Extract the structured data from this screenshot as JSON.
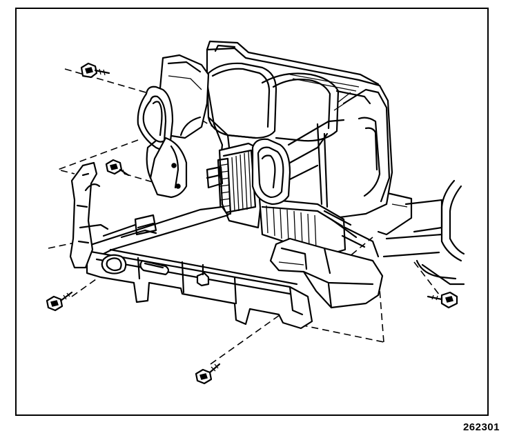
{
  "figure_number": "262301",
  "colors": {
    "ink": "#000000",
    "paper": "#ffffff"
  },
  "callouts": [
    {
      "name": "bolt-upper-left",
      "kind": "hex bolt"
    },
    {
      "name": "bolt-mid-left",
      "kind": "hex bolt"
    },
    {
      "name": "bolt-lower-left",
      "kind": "hex bolt"
    },
    {
      "name": "bolt-lower-center",
      "kind": "hex bolt"
    },
    {
      "name": "bolt-right",
      "kind": "hex bolt"
    }
  ]
}
